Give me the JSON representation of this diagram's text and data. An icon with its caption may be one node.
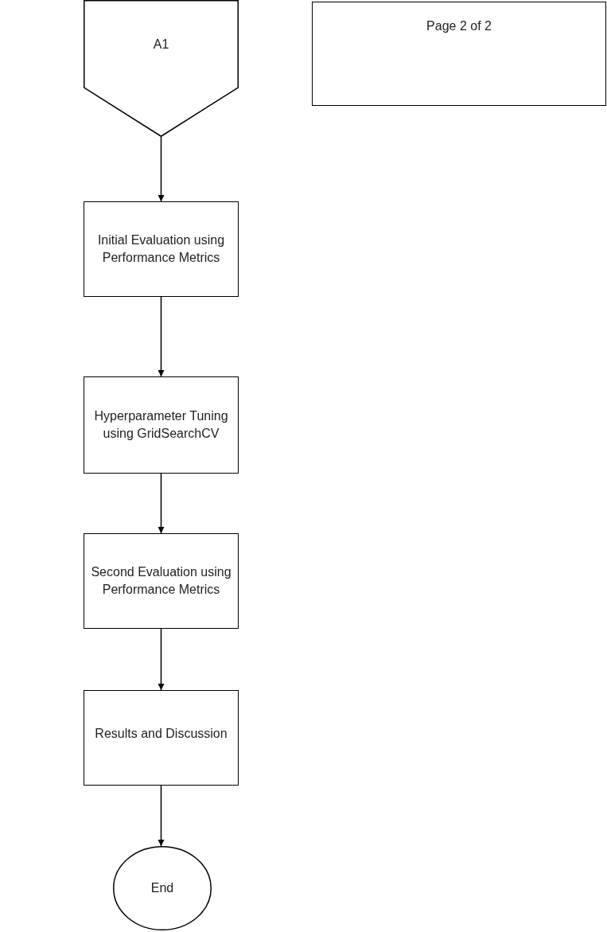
{
  "diagram": {
    "nodes": [
      {
        "text": [
          "A1"
        ]
      },
      {
        "text": [
          "Page 2 of 2"
        ]
      },
      {
        "text": [
          "Initial Evaluation using Performance Metrics"
        ]
      },
      {
        "text": [
          "Hyperparameter Tuning using GridSearchCV"
        ]
      },
      {
        "text": [
          "Second Evaluation using Performance Metrics"
        ]
      },
      {
        "text": [
          "Results and Discussion"
        ]
      },
      {
        "text": [
          "End"
        ]
      }
    ],
    "edges": [
      {
        "from": 0,
        "to": 2,
        "arrow": "to"
      },
      {
        "from": 2,
        "to": 3,
        "arrow": "to"
      },
      {
        "from": 3,
        "to": 4,
        "arrow": "to"
      },
      {
        "from": 4,
        "to": 5,
        "arrow": "to"
      },
      {
        "from": 5,
        "to": 6,
        "arrow": "to"
      }
    ]
  }
}
